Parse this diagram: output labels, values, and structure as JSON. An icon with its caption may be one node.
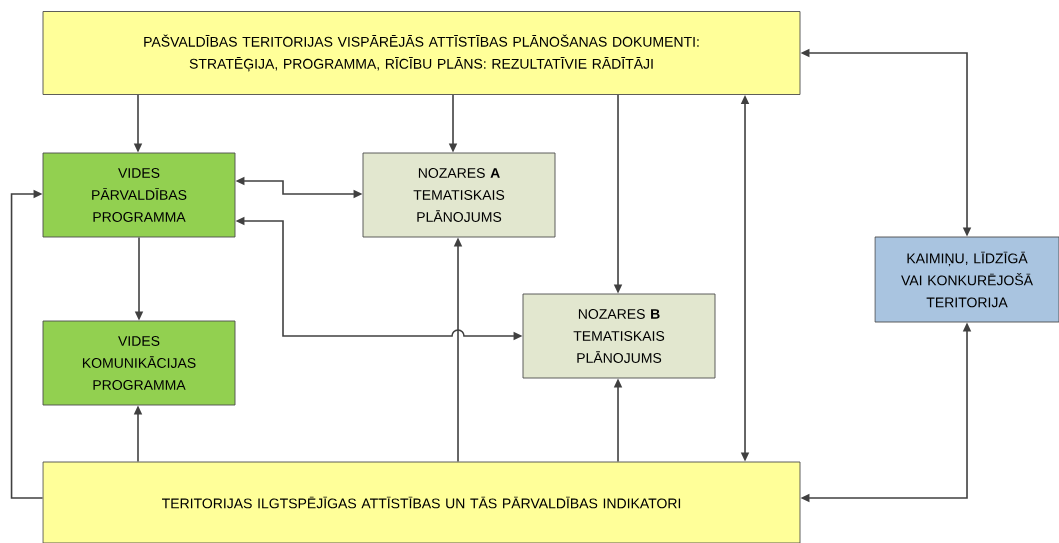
{
  "diagram": {
    "nodes": [
      {
        "text": [
          "PAŠVALDĪBAS TERITORIJAS VISPĀRĒJĀS ATTĪSTĪBAS PLĀNOŠANAS DOKUMENTI: STRATĒĢIJA, PROGRAMMA, RĪCĪBU PLĀNS: REZULTATĪVIE RĀDĪTĀJI"
        ]
      },
      {
        "text": [
          "VIDES PĀRVALDĪBAS PROGRAMMA"
        ]
      },
      {
        "text": [
          "NOZARES **A** TEMATISKAIS PLĀNOJUMS"
        ]
      },
      {
        "text": [
          "VIDES KOMUNIKĀCIJAS PROGRAMMA"
        ]
      },
      {
        "text": [
          "NOZARES **B** TEMATISKAIS PLĀNOJUMS"
        ]
      },
      {
        "text": [
          "KAIMIŅU, LĪDZĪGĀ VAI KONKURĒJOŠĀ TERITORIJA"
        ]
      },
      {
        "text": [
          "TERITORIJAS ILGTSPĒJĪGAS ATTĪSTĪBAS UN TĀS PĀRVALDĪBAS INDIKATORI"
        ]
      }
    ],
    "edges": [
      {
        "from": 0,
        "to": 1,
        "arrow": "to"
      },
      {
        "from": 0,
        "to": 2,
        "arrow": "to"
      },
      {
        "from": 0,
        "to": 4,
        "arrow": "to"
      },
      {
        "from": 0,
        "to": 6,
        "arrow": "both"
      },
      {
        "from": 0,
        "to": 5,
        "arrow": "both"
      },
      {
        "from": 1,
        "to": 2,
        "arrow": "both"
      },
      {
        "from": 4,
        "to": 1,
        "arrow": "both"
      },
      {
        "from": 1,
        "to": 3,
        "arrow": "to"
      },
      {
        "from": 6,
        "to": 3,
        "arrow": "to"
      },
      {
        "from": 6,
        "to": 2,
        "arrow": "to"
      },
      {
        "from": 6,
        "to": 4,
        "arrow": "to"
      },
      {
        "from": 6,
        "to": 1,
        "arrow": "to"
      },
      {
        "from": 6,
        "to": 5,
        "arrow": "both"
      }
    ]
  }
}
